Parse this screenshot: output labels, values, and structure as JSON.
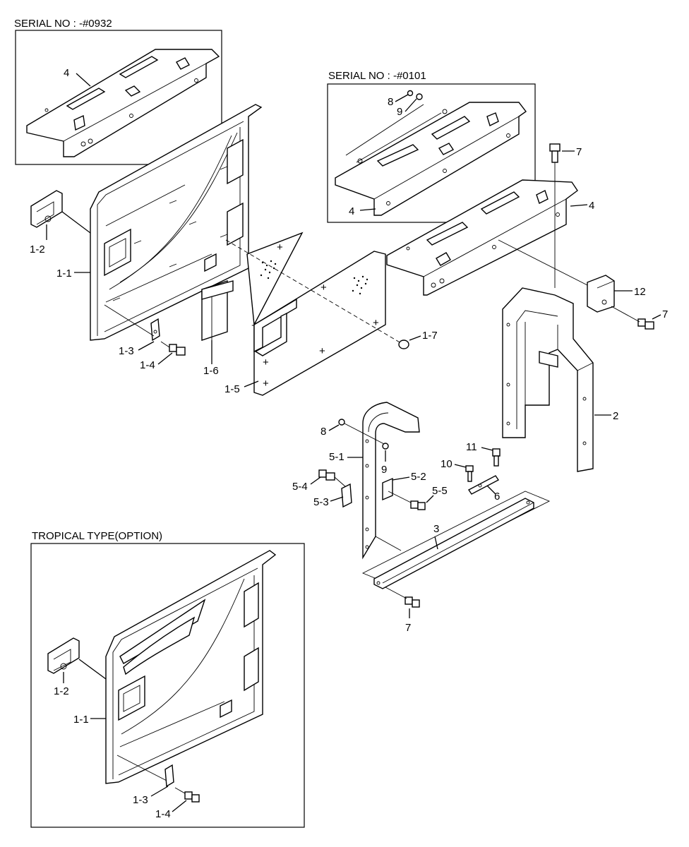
{
  "insets": {
    "top_left": {
      "title": "SERIAL NO : -#0932"
    },
    "top_right": {
      "title": "SERIAL NO : -#0101"
    },
    "bottom_left": {
      "title": "TROPICAL TYPE(OPTION)"
    }
  },
  "callouts": {
    "inset1_4": "4",
    "inset2_8": "8",
    "inset2_9": "9",
    "inset2_4": "4",
    "main_7_top": "7",
    "main_4": "4",
    "main_12": "12",
    "main_7_right": "7",
    "main_1_2": "1-2",
    "main_1_1": "1-1",
    "main_1_3": "1-3",
    "main_1_4": "1-4",
    "main_1_6": "1-6",
    "main_1_5": "1-5",
    "main_1_7": "1-7",
    "main_2": "2",
    "main_8": "8",
    "main_9": "9",
    "main_5_1": "5-1",
    "main_5_2": "5-2",
    "main_5_4": "5-4",
    "main_5_3": "5-3",
    "main_5_5": "5-5",
    "main_10": "10",
    "main_11": "11",
    "main_6": "6",
    "main_3": "3",
    "main_7_bottom": "7",
    "trop_1_2": "1-2",
    "trop_1_1": "1-1",
    "trop_1_3": "1-3",
    "trop_1_4": "1-4"
  }
}
